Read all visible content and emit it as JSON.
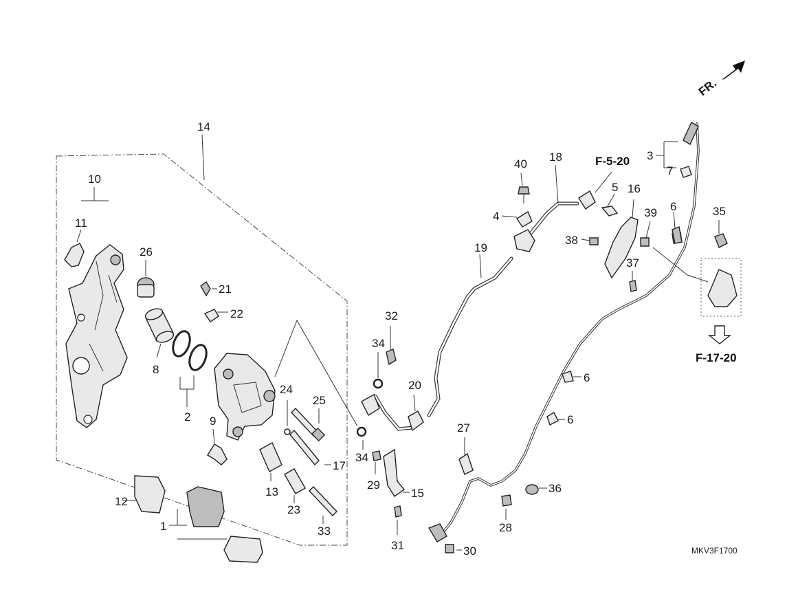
{
  "callouts": {
    "n1": "1",
    "n2": "2",
    "n3": "3",
    "n4": "4",
    "n5": "5",
    "n6a": "6",
    "n6b": "6",
    "n6c": "6",
    "n7": "7",
    "n8": "8",
    "n9": "9",
    "n10": "10",
    "n11": "11",
    "n12": "12",
    "n13": "13",
    "n14": "14",
    "n15": "15",
    "n16": "16",
    "n17": "17",
    "n18": "18",
    "n19": "19",
    "n20": "20",
    "n21": "21",
    "n22": "22",
    "n23": "23",
    "n24": "24",
    "n25": "25",
    "n26": "26",
    "n27": "27",
    "n28": "28",
    "n29": "29",
    "n30": "30",
    "n31": "31",
    "n32": "32",
    "n33": "33",
    "n34a": "34",
    "n34b": "34",
    "n35": "35",
    "n36": "36",
    "n37": "37",
    "n38": "38",
    "n39": "39",
    "n40": "40"
  },
  "references": {
    "ref_top": "F-5-20",
    "ref_right": "F-17-20"
  },
  "front_marker": "FR.",
  "diagram_code": "MKV3F1700",
  "icons": [
    "front-direction-arrow-icon",
    "reference-down-arrow-icon"
  ]
}
